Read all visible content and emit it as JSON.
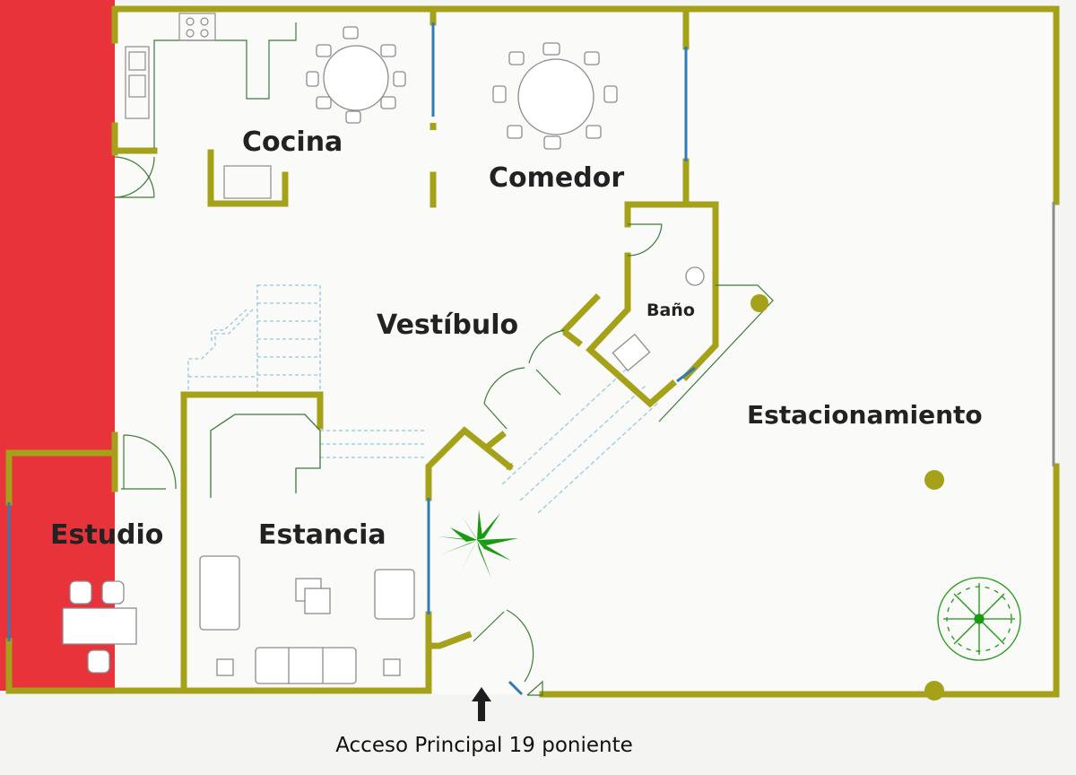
{
  "colors": {
    "wall": "#a5a21a",
    "accent_zone": "#e8333a",
    "window": "#2f7bb8",
    "fixture": "#3d7a3a",
    "furniture": "#8c8c8c",
    "stairs": "#93c6dc",
    "plant": "#1a9a12",
    "arrow": "#1e1e1e"
  },
  "rooms": {
    "cocina": "Cocina",
    "comedor": "Comedor",
    "vestibulo": "Vestíbulo",
    "bano": "Baño",
    "estacionamiento": "Estacionamiento",
    "estudio": "Estudio",
    "estancia": "Estancia"
  },
  "entrance": {
    "label": "Acceso Principal 19 poniente",
    "icon": "arrow-up-icon"
  }
}
